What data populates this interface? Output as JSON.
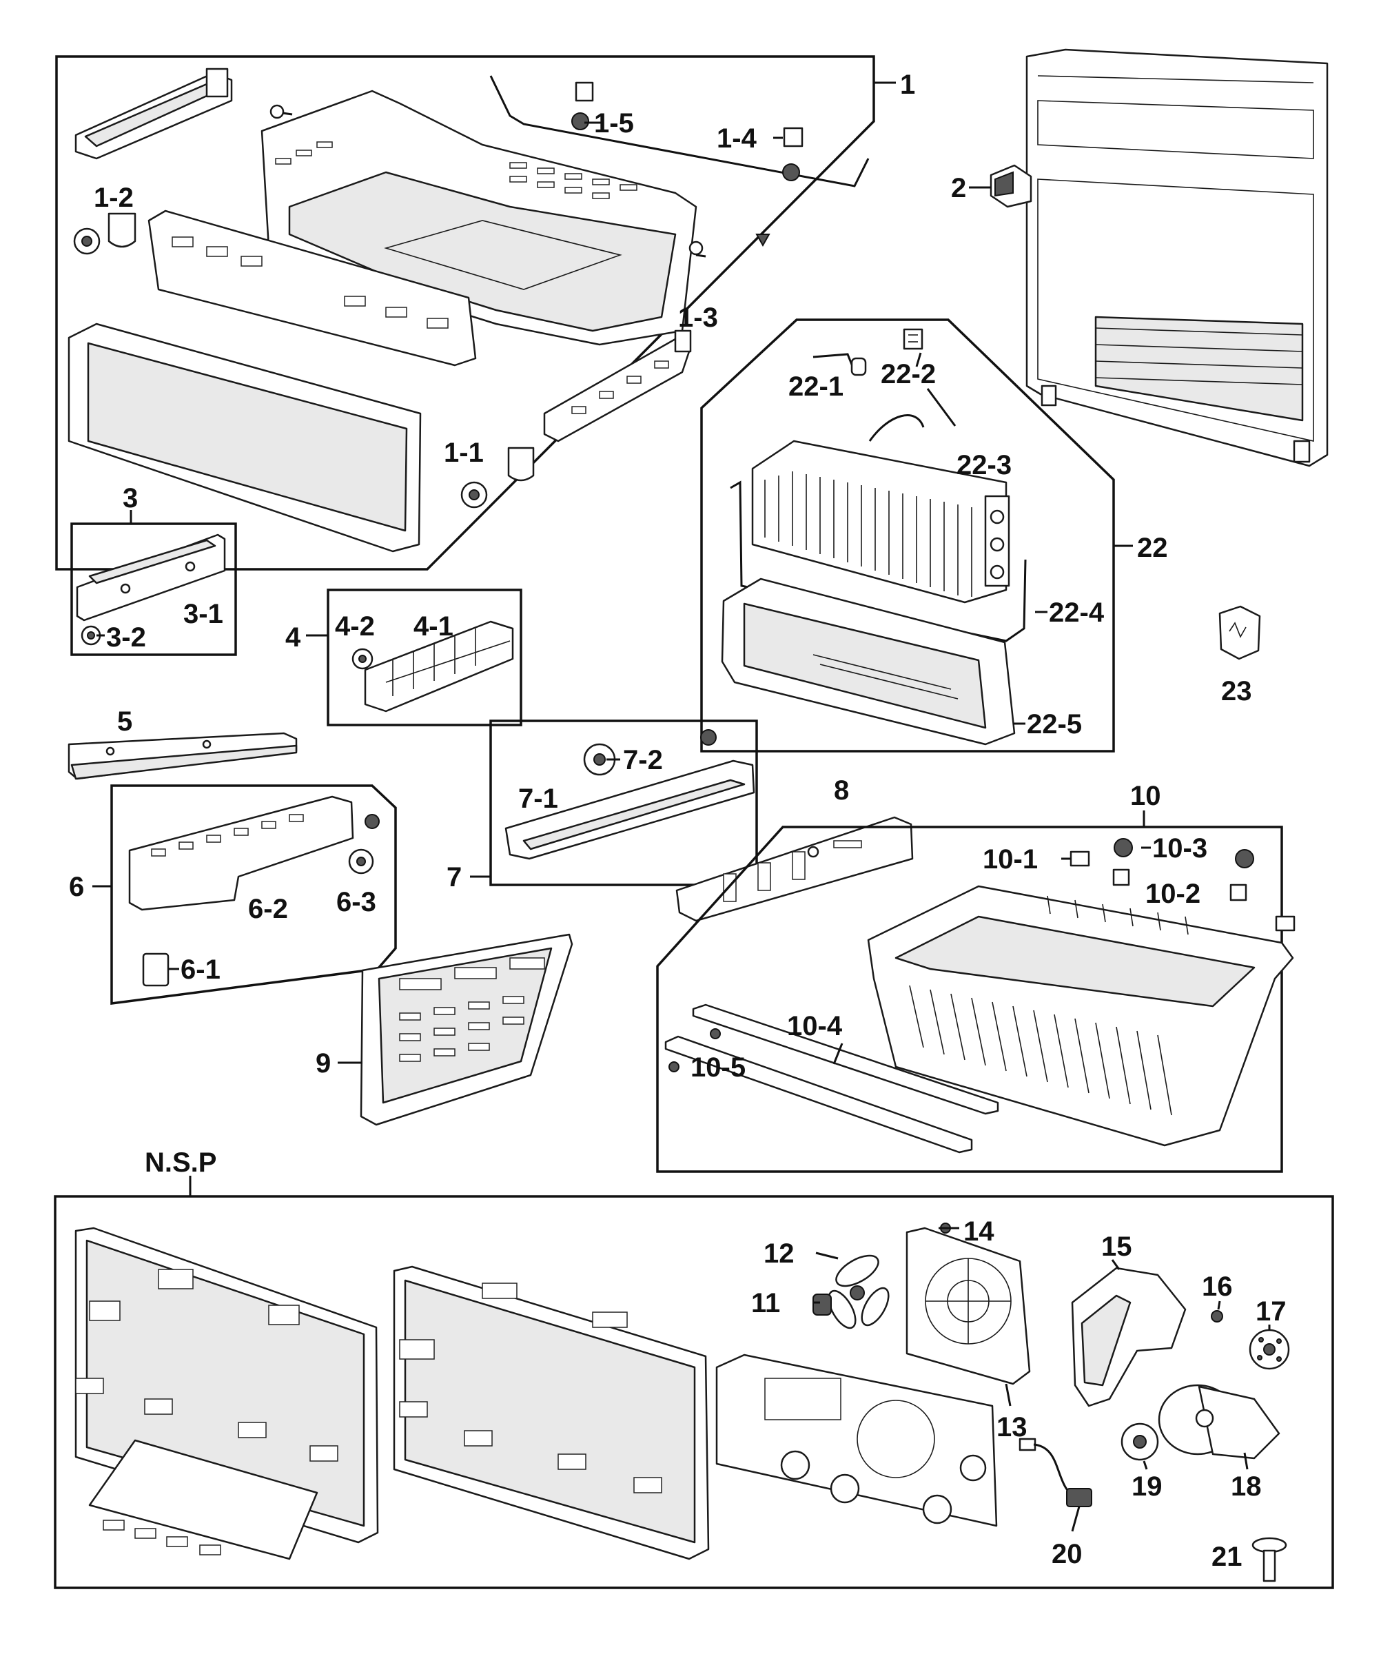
{
  "labels": {
    "l1": "1",
    "l1_1": "1-1",
    "l1_2": "1-2",
    "l1_3": "1-3",
    "l1_4": "1-4",
    "l1_5": "1-5",
    "l2": "2",
    "l3": "3",
    "l3_1": "3-1",
    "l3_2": "3-2",
    "l4": "4",
    "l4_1": "4-1",
    "l4_2": "4-2",
    "l5": "5",
    "l6": "6",
    "l6_1": "6-1",
    "l6_2": "6-2",
    "l6_3": "6-3",
    "l7": "7",
    "l7_1": "7-1",
    "l7_2": "7-2",
    "l8": "8",
    "l9": "9",
    "l10": "10",
    "l10_1": "10-1",
    "l10_2": "10-2",
    "l10_3": "10-3",
    "l10_4": "10-4",
    "l10_5": "10-5",
    "l11": "11",
    "l12": "12",
    "l13": "13",
    "l14": "14",
    "l15": "15",
    "l16": "16",
    "l17": "17",
    "l18": "18",
    "l19": "19",
    "l20": "20",
    "l21": "21",
    "l22": "22",
    "l22_1": "22-1",
    "l22_2": "22-2",
    "l22_3": "22-3",
    "l22_4": "22-4",
    "l22_5": "22-5",
    "l23": "23",
    "nsp": "N.S.P"
  }
}
